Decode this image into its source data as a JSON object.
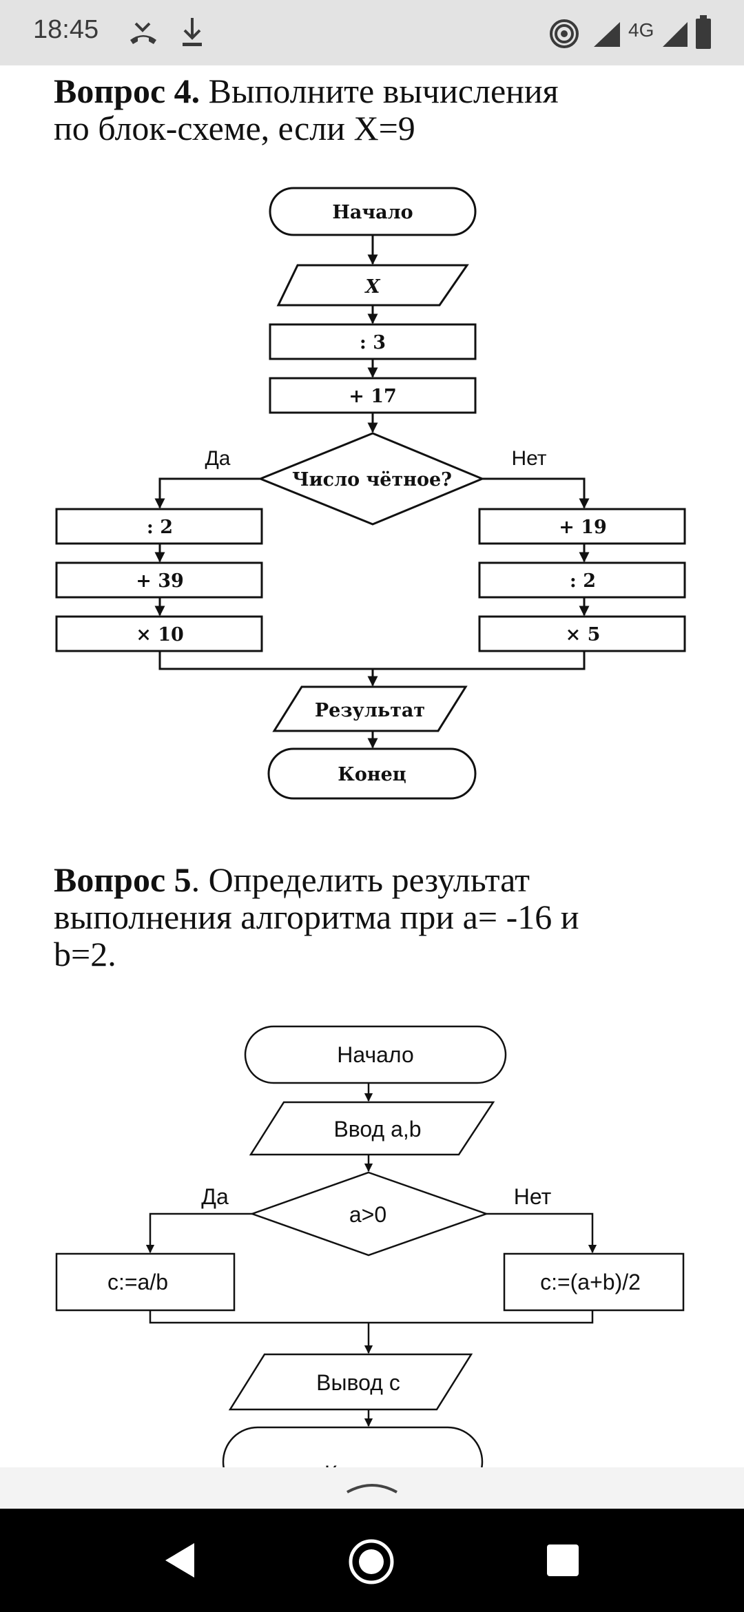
{
  "status_bar": {
    "time": "18:45",
    "network": "4G",
    "icons": [
      "missed-call-icon",
      "download-icon",
      "hotspot-icon",
      "signal-icon",
      "signal-icon",
      "battery-icon"
    ]
  },
  "question4": {
    "title": "Вопрос 4.",
    "text_line1": "Выполните вычисления",
    "text_line2": "по блок-схеме, если X=9",
    "flowchart": {
      "start": "Начало",
      "input": "X",
      "step1": ": 3",
      "step2": "+ 17",
      "decision": "Число чётное?",
      "yes_label": "Да",
      "no_label": "Нет",
      "yes_branch": [
        ": 2",
        "+ 39",
        "× 10"
      ],
      "no_branch": [
        "+ 19",
        ": 2",
        "× 5"
      ],
      "output": "Результат",
      "end": "Конец"
    }
  },
  "question5": {
    "title": "Вопрос 5",
    "text_line1": ". Определить результат",
    "text_line2": "выполнения алгоритма при a= -16 и",
    "text_line3": "b=2.",
    "flowchart": {
      "start": "Начало",
      "input": "Ввод a,b",
      "decision": "a>0",
      "yes_label": "Да",
      "no_label": "Нет",
      "yes_action": "c:=a/b",
      "no_action": "c:=(a+b)/2",
      "output": "Вывод c",
      "end": "Конец"
    }
  },
  "nav_bar": {
    "buttons": [
      "back-button",
      "home-button",
      "recents-button"
    ]
  }
}
